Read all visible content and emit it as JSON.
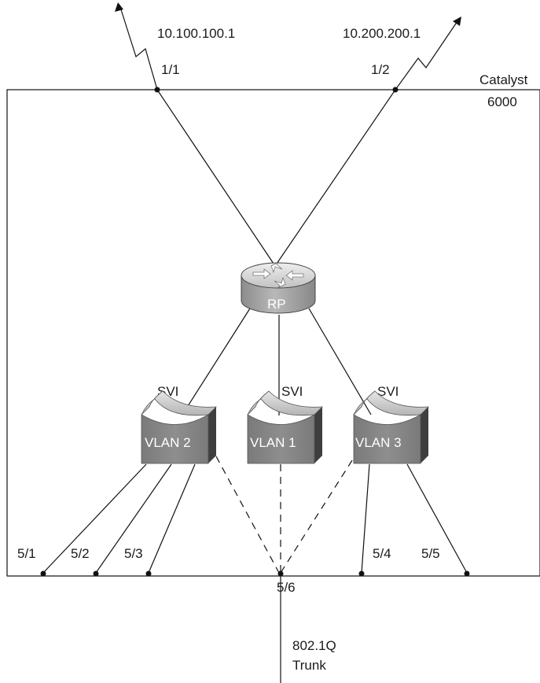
{
  "chassis": {
    "name_line1": "Catalyst",
    "name_line2": "6000"
  },
  "wan": {
    "left": {
      "address": "10.100.100.1",
      "port": "1/1"
    },
    "right": {
      "address": "10.200.200.1",
      "port": "1/2"
    }
  },
  "router": {
    "label": "RP"
  },
  "svis": [
    {
      "caption": "SVI",
      "label": "VLAN 2"
    },
    {
      "caption": "SVI",
      "label": "VLAN 1"
    },
    {
      "caption": "SVI",
      "label": "VLAN 3"
    }
  ],
  "ports": [
    "5/1",
    "5/2",
    "5/3",
    "5/4",
    "5/5",
    "5/6"
  ],
  "trunk": {
    "line1": "802.1Q",
    "line2": "Trunk"
  },
  "colors": {
    "line": "#111111",
    "module_face": "#8a8a8a",
    "router_body": "#a8a8a8"
  }
}
